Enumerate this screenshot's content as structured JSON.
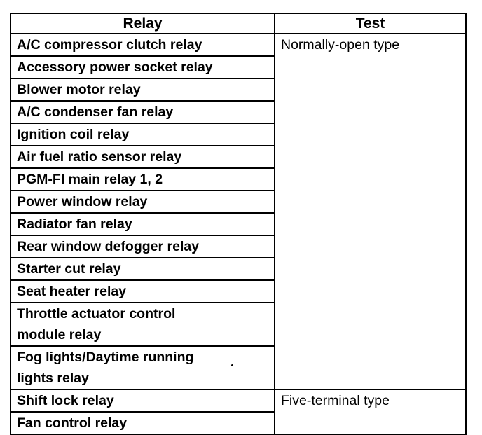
{
  "table": {
    "headers": {
      "relay": "Relay",
      "test": "Test"
    },
    "tests": {
      "normally_open": "Normally-open type",
      "five_terminal": "Five-terminal type"
    },
    "rows": [
      {
        "relay": "A/C compressor clutch relay"
      },
      {
        "relay": "Accessory power socket relay"
      },
      {
        "relay": "Blower motor relay"
      },
      {
        "relay": "A/C condenser fan relay"
      },
      {
        "relay": "Ignition coil relay"
      },
      {
        "relay": "Air fuel ratio sensor relay"
      },
      {
        "relay": "PGM-FI main relay 1, 2"
      },
      {
        "relay": "Power window relay"
      },
      {
        "relay": "Radiator fan relay"
      },
      {
        "relay": "Rear window defogger relay"
      },
      {
        "relay": "Starter cut relay"
      },
      {
        "relay": "Seat heater relay"
      },
      {
        "relay_line1": "Throttle actuator control",
        "relay_line2": "module relay"
      },
      {
        "relay_line1": "Fog lights/Daytime running",
        "relay_line2": "lights relay"
      },
      {
        "relay": "Shift lock relay"
      },
      {
        "relay": "Fan control relay"
      }
    ]
  }
}
